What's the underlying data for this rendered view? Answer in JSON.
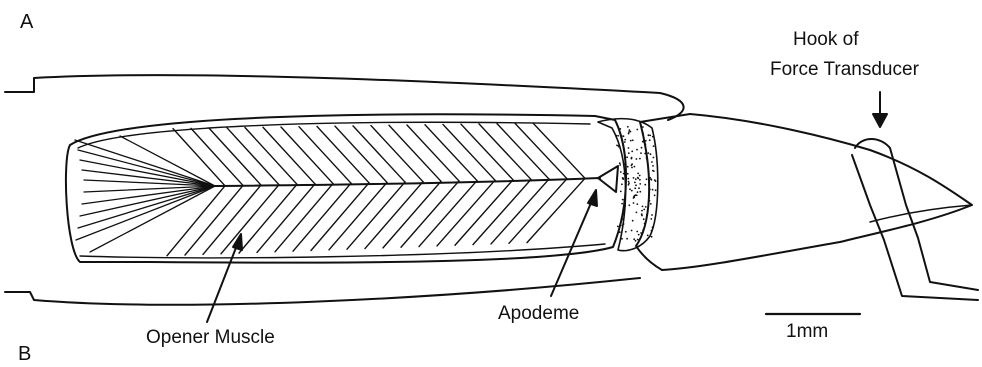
{
  "panels": {
    "top": "A",
    "bottom": "B"
  },
  "labels": {
    "hook_line1": "Hook of",
    "hook_line2": "Force Transducer",
    "apodeme": "Apodeme",
    "opener_muscle": "Opener Muscle",
    "scale_bar": "1mm"
  },
  "colors": {
    "ink": "#111111",
    "background": "#ffffff"
  }
}
